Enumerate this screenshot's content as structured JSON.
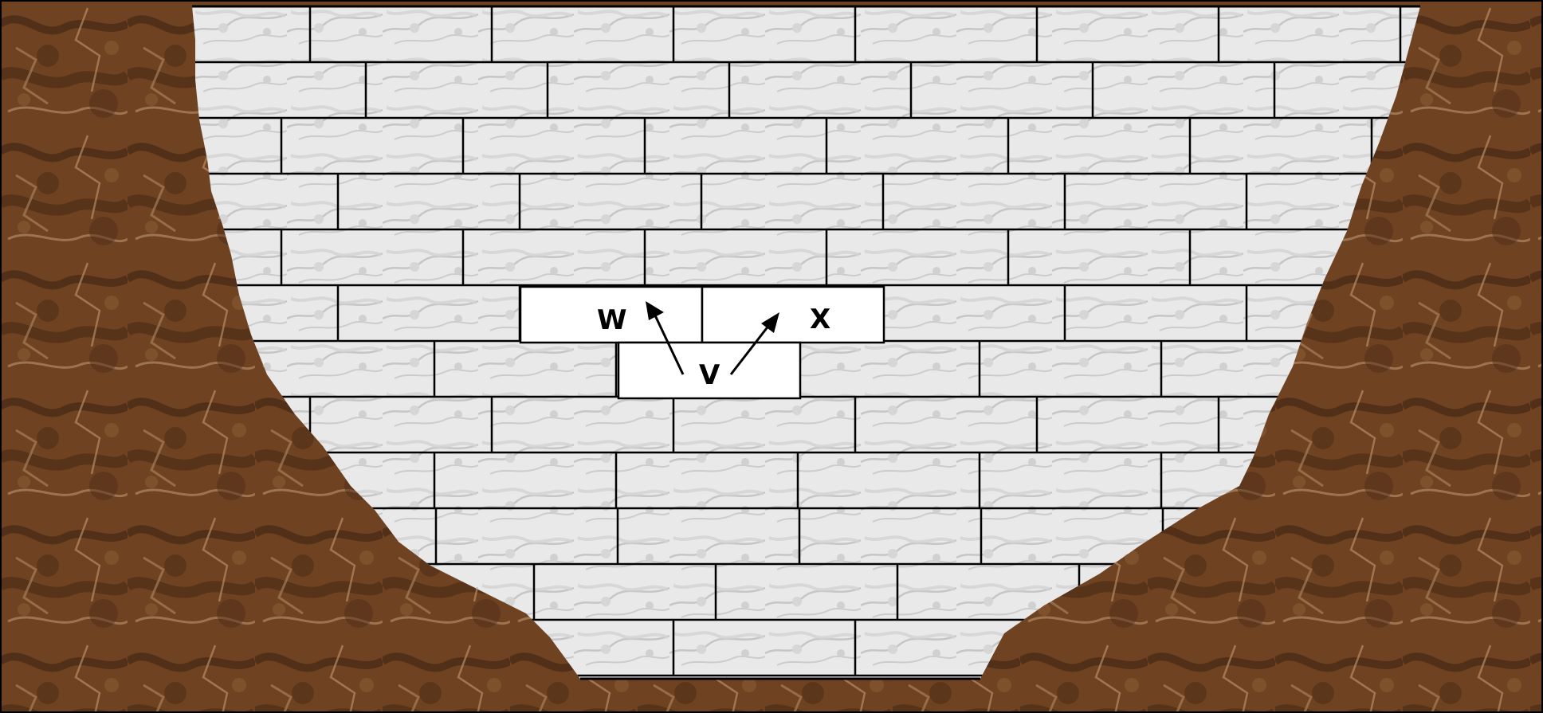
{
  "diagram": {
    "labels": {
      "w": "W",
      "x": "X",
      "v": "V"
    }
  },
  "colors": {
    "rock_base": "#6f4222",
    "rock_dark": "#3f2310",
    "rock_light": "#b08a62",
    "brick_fill": "#e7e7e7",
    "brick_vein": "#b9b9b9",
    "highlight_brick": "#ffffff",
    "outline": "#000000"
  }
}
